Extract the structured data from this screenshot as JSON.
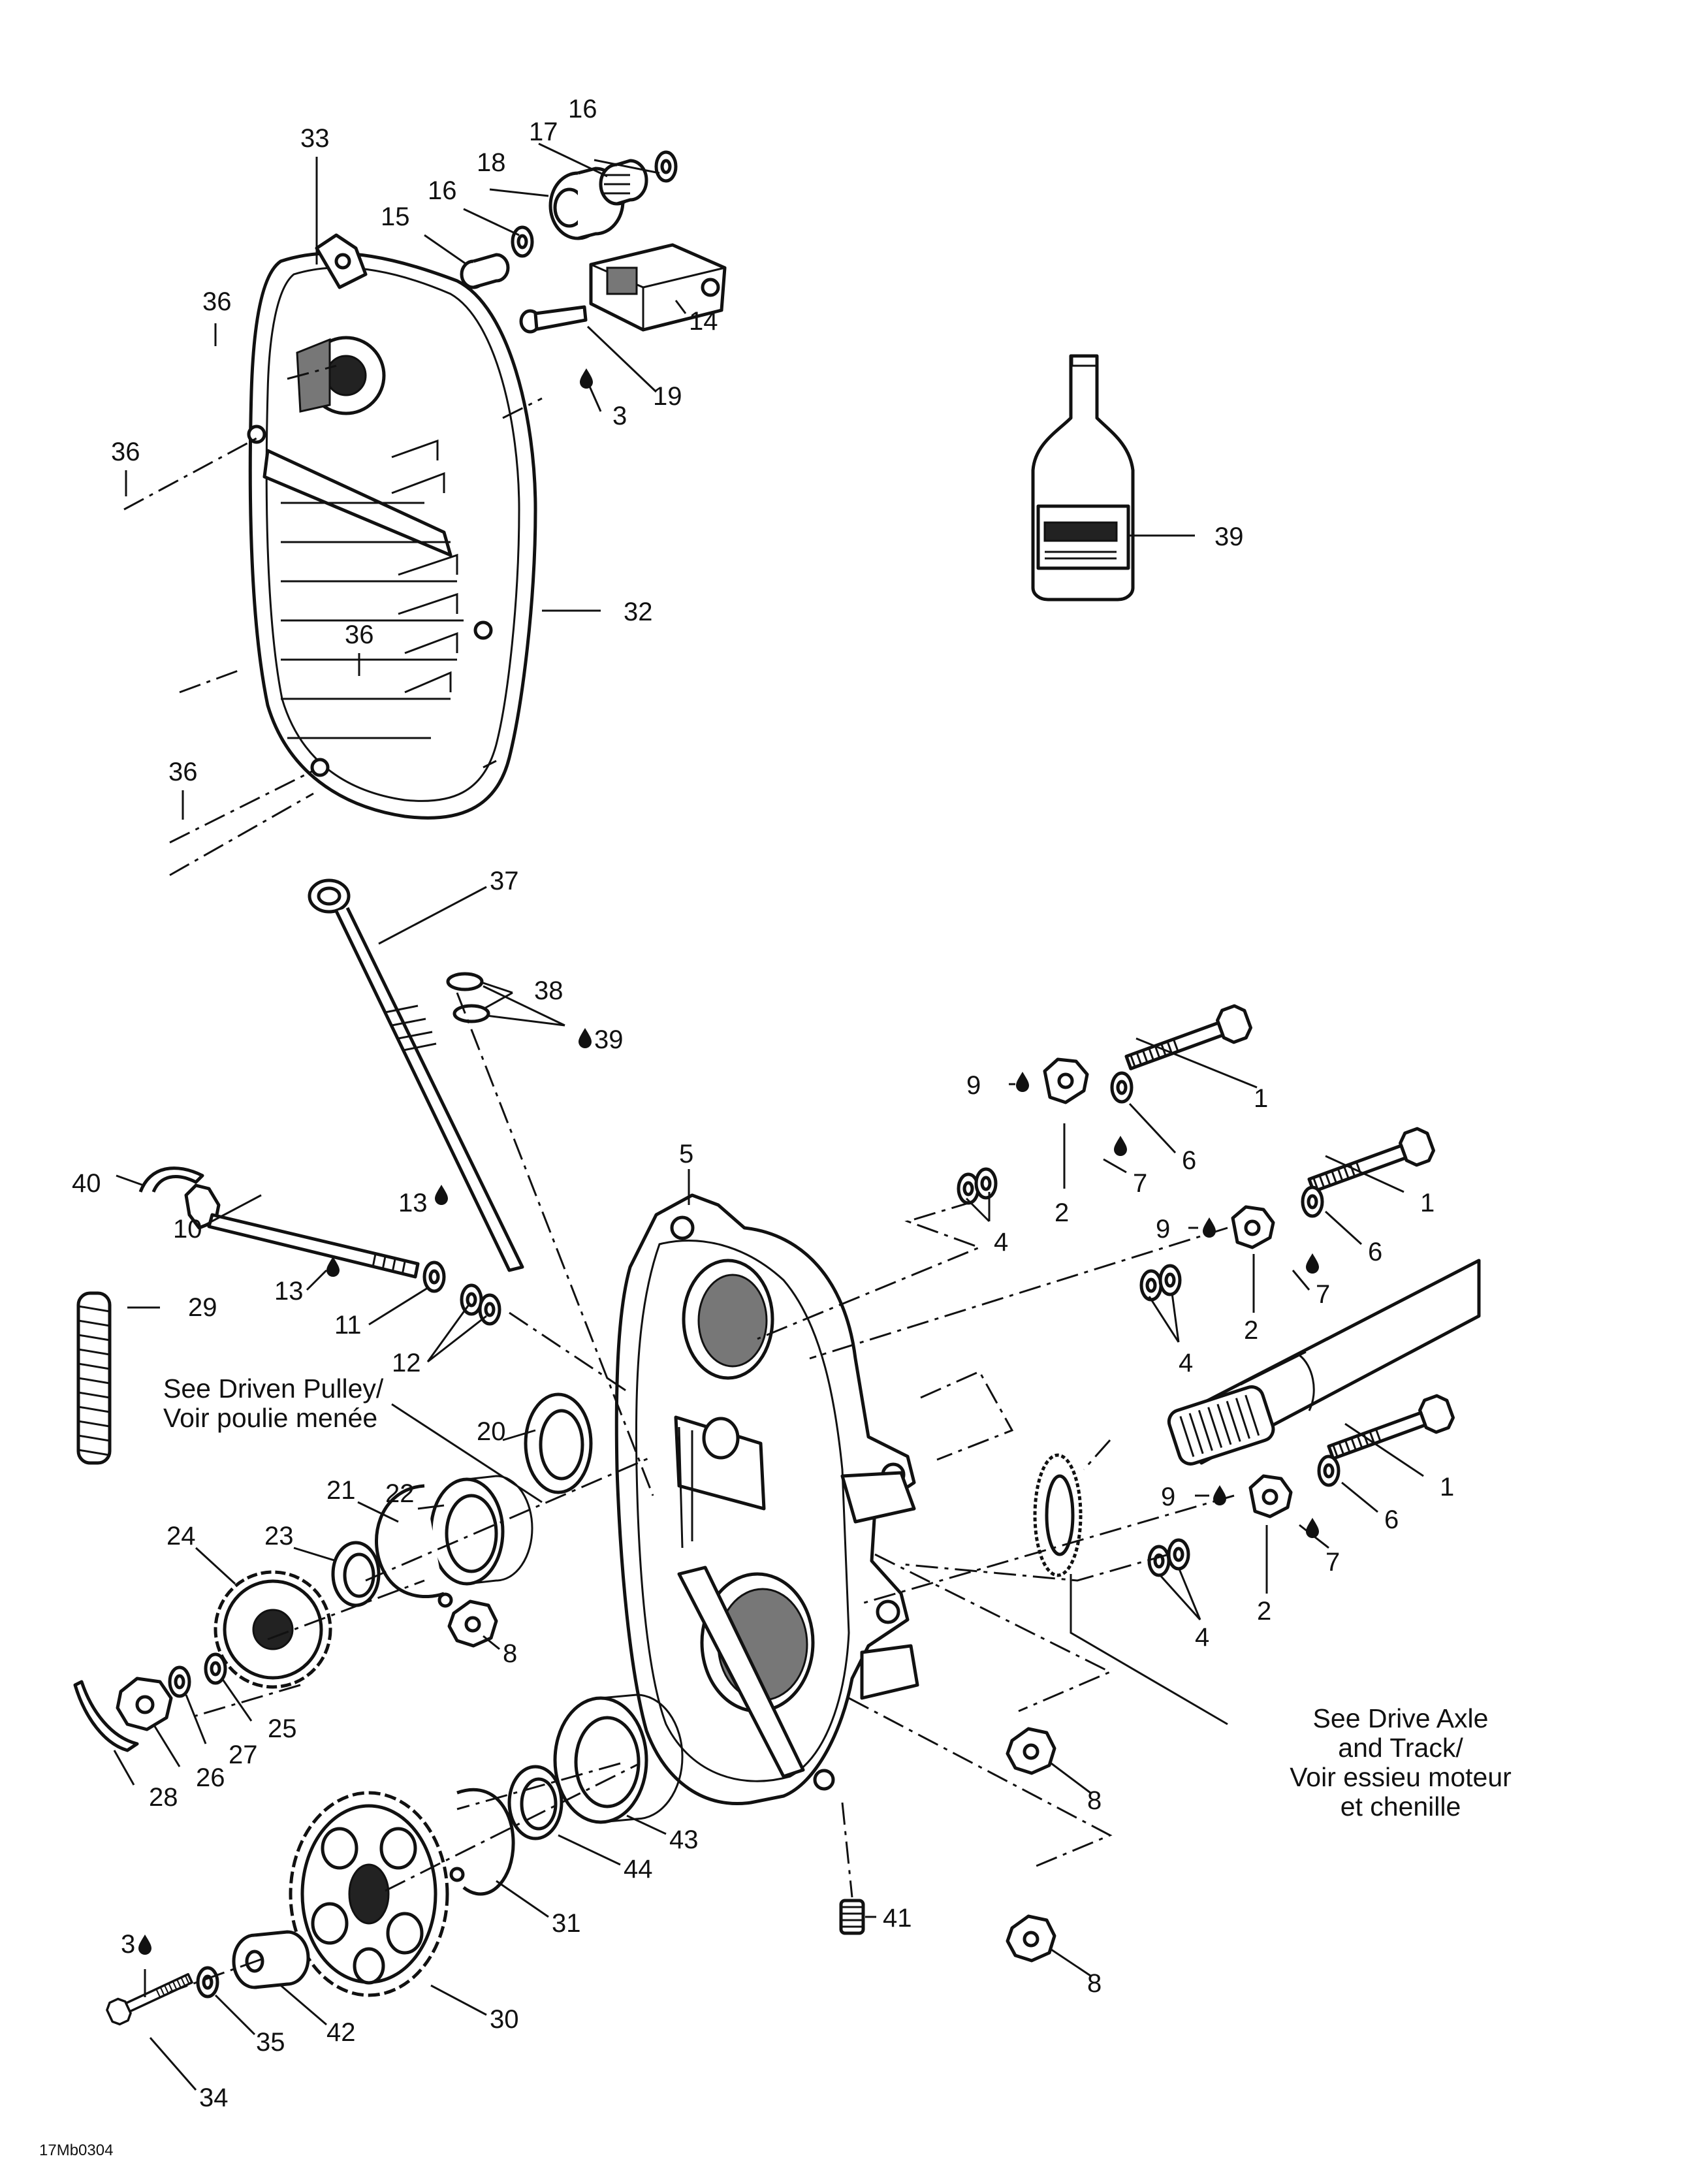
{
  "diagram": {
    "reference_code": "17Mb0304",
    "callouts": {
      "c1a": "1",
      "c1b": "1",
      "c1c": "1",
      "c2a": "2",
      "c2b": "2",
      "c2c": "2",
      "c3a": "3",
      "c3b": "3",
      "c4a": "4",
      "c4b": "4",
      "c4c": "4",
      "c5": "5",
      "c6a": "6",
      "c6b": "6",
      "c6c": "6",
      "c7a": "7",
      "c7b": "7",
      "c7c": "7",
      "c8a": "8",
      "c8b": "8",
      "c8c": "8",
      "c9a": "9",
      "c9b": "9",
      "c9c": "9",
      "c10": "10",
      "c11": "11",
      "c12": "12",
      "c13a": "13",
      "c13b": "13",
      "c14": "14",
      "c15": "15",
      "c16a": "16",
      "c16b": "16",
      "c17": "17",
      "c18": "18",
      "c19": "19",
      "c20": "20",
      "c21": "21",
      "c22": "22",
      "c23": "23",
      "c24": "24",
      "c25": "25",
      "c26": "26",
      "c27": "27",
      "c28": "28",
      "c29": "29",
      "c30": "30",
      "c31": "31",
      "c32": "32",
      "c33": "33",
      "c34": "34",
      "c35": "35",
      "c36a": "36",
      "c36b": "36",
      "c36c": "36",
      "c36d": "36",
      "c37": "37",
      "c38": "38",
      "c39a": "39",
      "c39b": "39",
      "c40": "40",
      "c41": "41",
      "c42": "42",
      "c43": "43",
      "c44": "44"
    },
    "notes": {
      "driven_pulley_line1": "See Driven Pulley/",
      "driven_pulley_line2": "Voir poulie menée",
      "drive_axle_line1": "See Drive Axle",
      "drive_axle_line2": "and Track/",
      "drive_axle_line3": "Voir essieu moteur",
      "drive_axle_line4": "et chenille"
    }
  }
}
